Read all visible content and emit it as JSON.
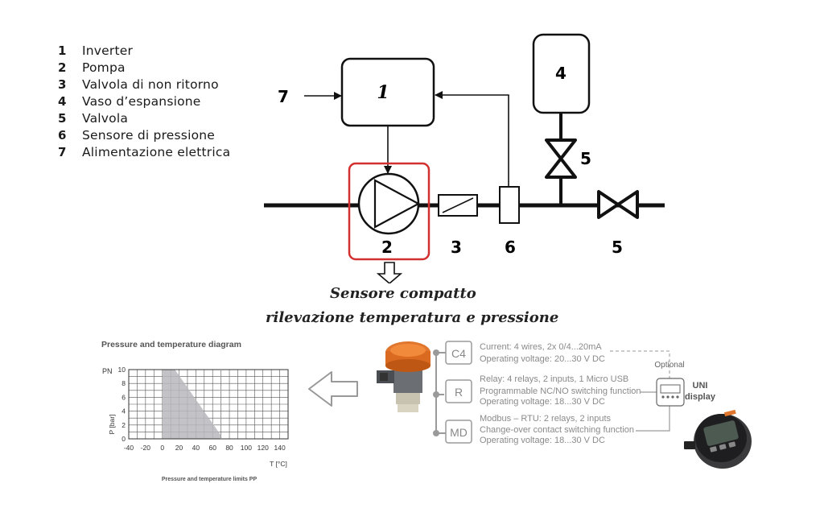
{
  "legend": [
    {
      "num": "1",
      "label": "Inverter"
    },
    {
      "num": "2",
      "label": "Pompa"
    },
    {
      "num": "3",
      "label": "Valvola di non ritorno"
    },
    {
      "num": "4",
      "label": "Vaso d’espansione"
    },
    {
      "num": "5",
      "label": "Valvola"
    },
    {
      "num": "6",
      "label": "Sensore di pressione"
    },
    {
      "num": "7",
      "label": "Alimentazione elettrica"
    }
  ],
  "schematic": {
    "inverter": "1",
    "pump": "2",
    "check_valve": "3",
    "expansion_vessel": "4",
    "valve_vertical": "5",
    "valve_horizontal": "5",
    "sensor": "6",
    "power": "7",
    "highlight_color": "#d33030"
  },
  "caption": {
    "line1": "Sensore compatto",
    "line2": "rilevazione temperatura e pressione"
  },
  "chart": {
    "title": "Pressure and temperature diagram",
    "subtitle": "Pressure and temperature limits PP",
    "ylabel": "P [bar]",
    "xlabel": "T [°C]",
    "y_top_prefix": "PN",
    "x_ticks": [
      "-40",
      "-20",
      "0",
      "20",
      "40",
      "60",
      "80",
      "100",
      "120",
      "140"
    ],
    "y_ticks": [
      "0",
      "2",
      "4",
      "6",
      "8",
      "10"
    ]
  },
  "chart_data": {
    "type": "area",
    "title": "Pressure and temperature diagram",
    "xlabel": "T [°C]",
    "ylabel": "P [bar]",
    "xlim": [
      -40,
      150
    ],
    "ylim": [
      0,
      10
    ],
    "grid": true,
    "series": [
      {
        "x": [
          0,
          0,
          15,
          70,
          70
        ],
        "y": [
          0,
          10,
          10,
          0.5,
          0
        ]
      }
    ],
    "reference_line_x": 70
  },
  "options": [
    {
      "code": "C4",
      "title": "Current:",
      "title_detail": " 4 wires, 2x 0/4...20mA",
      "line2": "Operating voltage: 20...30 V DC",
      "line3": ""
    },
    {
      "code": "R",
      "title": "Relay:",
      "title_detail": " 4 relays, 2 inputs, 1 Micro USB",
      "line2": "Programmable NC/NO switching function",
      "line3": "Operating voltage: 18...30 V DC"
    },
    {
      "code": "MD",
      "title": "Modbus – RTU:",
      "title_detail": " 2 relays, 2 inputs",
      "line2": "Change-over contact switching function",
      "line3": "Operating voltage: 18...30 V DC"
    }
  ],
  "display": {
    "optional_label": "Optional",
    "name_line1": "UNI",
    "name_line2": "display"
  },
  "colors": {
    "area_fill": "#b9b9bd",
    "option_border": "#9a9a9a",
    "option_text": "#8a8a8a"
  }
}
